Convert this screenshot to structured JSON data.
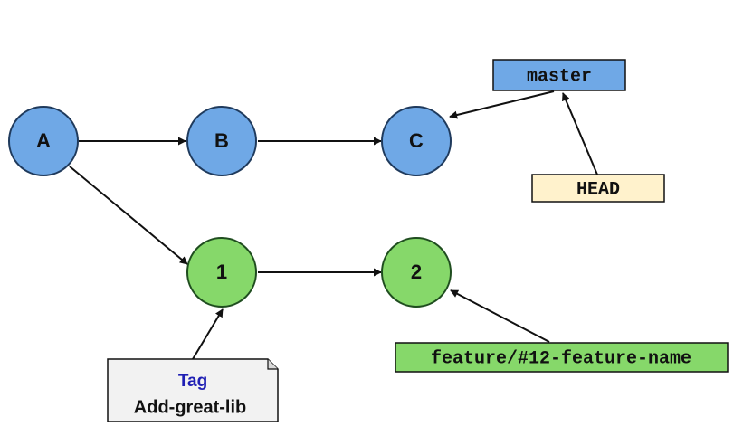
{
  "colors": {
    "blue_fill": "#6fa8e6",
    "blue_stroke": "#1f3a5c",
    "green_fill": "#86d86a",
    "green_stroke": "#1f4d1f",
    "head_fill": "#fff2cc",
    "master_fill": "#6fa8e6",
    "feature_fill": "#86d86a",
    "tag_fill": "#f2f2f2",
    "tag_title_color": "#1f1fb4",
    "edge": "#111111"
  },
  "commits": {
    "a": "A",
    "b": "B",
    "c": "C",
    "one": "1",
    "two": "2"
  },
  "refs": {
    "master": "master",
    "head": "HEAD",
    "feature": "feature/#12-feature-name"
  },
  "tag": {
    "title": "Tag",
    "name": "Add-great-lib"
  }
}
